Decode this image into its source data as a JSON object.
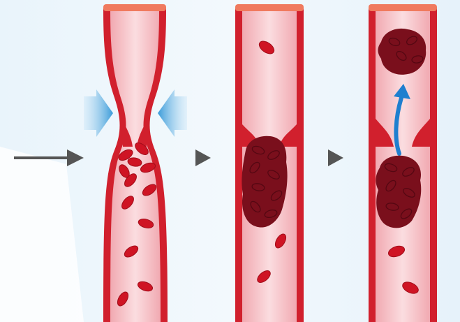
{
  "diagram": {
    "panels": [
      {
        "id": "vessel-narrowing",
        "description_icon": "compressed-vessel-with-valve-and-blood-cells"
      },
      {
        "id": "clot-formation",
        "description_icon": "vessel-with-clot-at-valve"
      },
      {
        "id": "clot-embolus",
        "description_icon": "vessel-with-clot-breaking-free"
      }
    ],
    "colors": {
      "background": "#ffffff",
      "background_tint": "#e7f3fb",
      "vessel_wall": "#d1202d",
      "vessel_lumen": "#f6c7cc",
      "vessel_cap": "#f07a5e",
      "blood_cell": "#cf1424",
      "clot": "#7a0f1c",
      "arrow_gray": "#555555",
      "pressure_blue": "#4aa6dd",
      "flow_blue": "#1f7fcf"
    },
    "icons": [
      "input-arrow-icon",
      "pressure-arrow-left-icon",
      "pressure-arrow-right-icon",
      "step-arrow-icon",
      "step-arrow-icon",
      "flow-up-arrow-icon"
    ]
  }
}
